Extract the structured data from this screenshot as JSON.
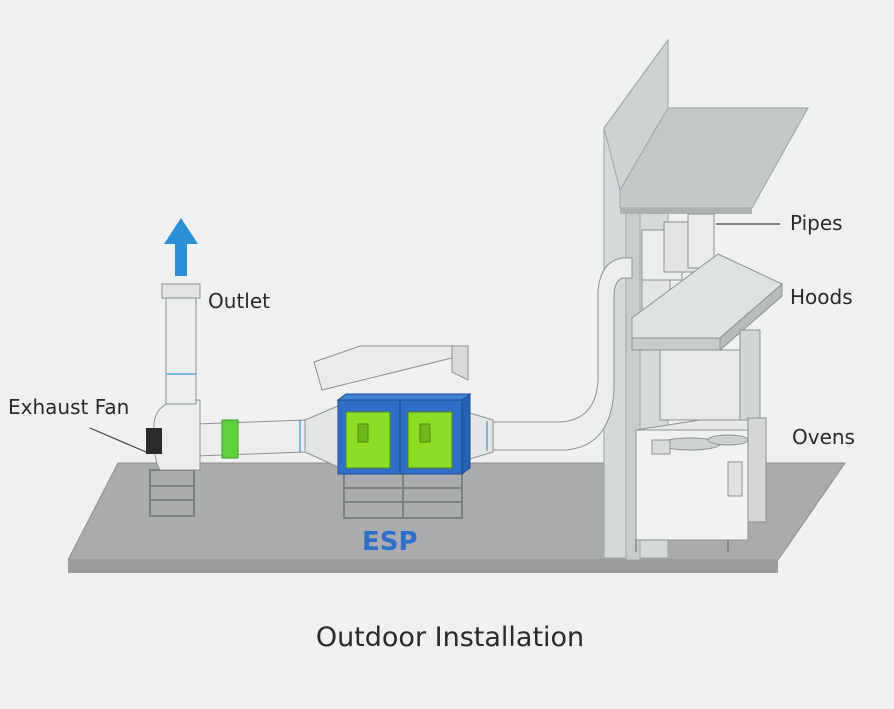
{
  "labels": {
    "exhaust_fan": "Exhaust Fan",
    "outlet": "Outlet",
    "esp": "ESP",
    "pipes": "Pipes",
    "hoods": "Hoods",
    "ovens": "Ovens"
  },
  "caption": "Outdoor Installation",
  "colors": {
    "background": "#eef0f1",
    "floor": "#a9abac",
    "arrow": "#2b8fd6",
    "esp_body": "#2f6fc9",
    "esp_panel": "#8fdc27",
    "green_coupler": "#5fd13b",
    "esp_label": "#2f6fc9"
  },
  "icons": {
    "outlet_arrow": "arrow-up-icon"
  }
}
